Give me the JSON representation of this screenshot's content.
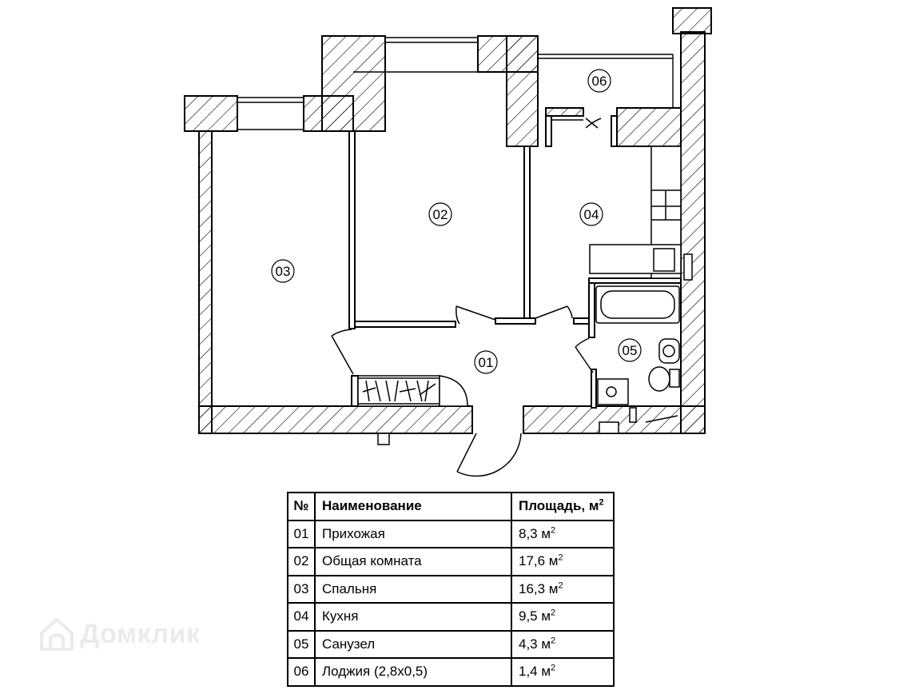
{
  "rooms": [
    {
      "id": "01",
      "name": "Прихожая",
      "area": "8,3 м"
    },
    {
      "id": "02",
      "name": "Общая комната",
      "area": "17,6 м"
    },
    {
      "id": "03",
      "name": "Спальня",
      "area": "16,3 м"
    },
    {
      "id": "04",
      "name": "Кухня",
      "area": "9,5 м"
    },
    {
      "id": "05",
      "name": "Санузел",
      "area": "4,3 м"
    },
    {
      "id": "06",
      "name": "Лоджия (2,8х0,5)",
      "area": "1,4 м"
    }
  ],
  "table": {
    "header_num": "№",
    "header_name": "Наименование",
    "header_area": "Площадь, м",
    "unit_sup": "2"
  },
  "watermark": {
    "text": "Домклик",
    "icon": "house-logo-icon"
  },
  "colors": {
    "line": "#000000",
    "hatch": "#000000",
    "watermark": "#c8c8c8"
  }
}
